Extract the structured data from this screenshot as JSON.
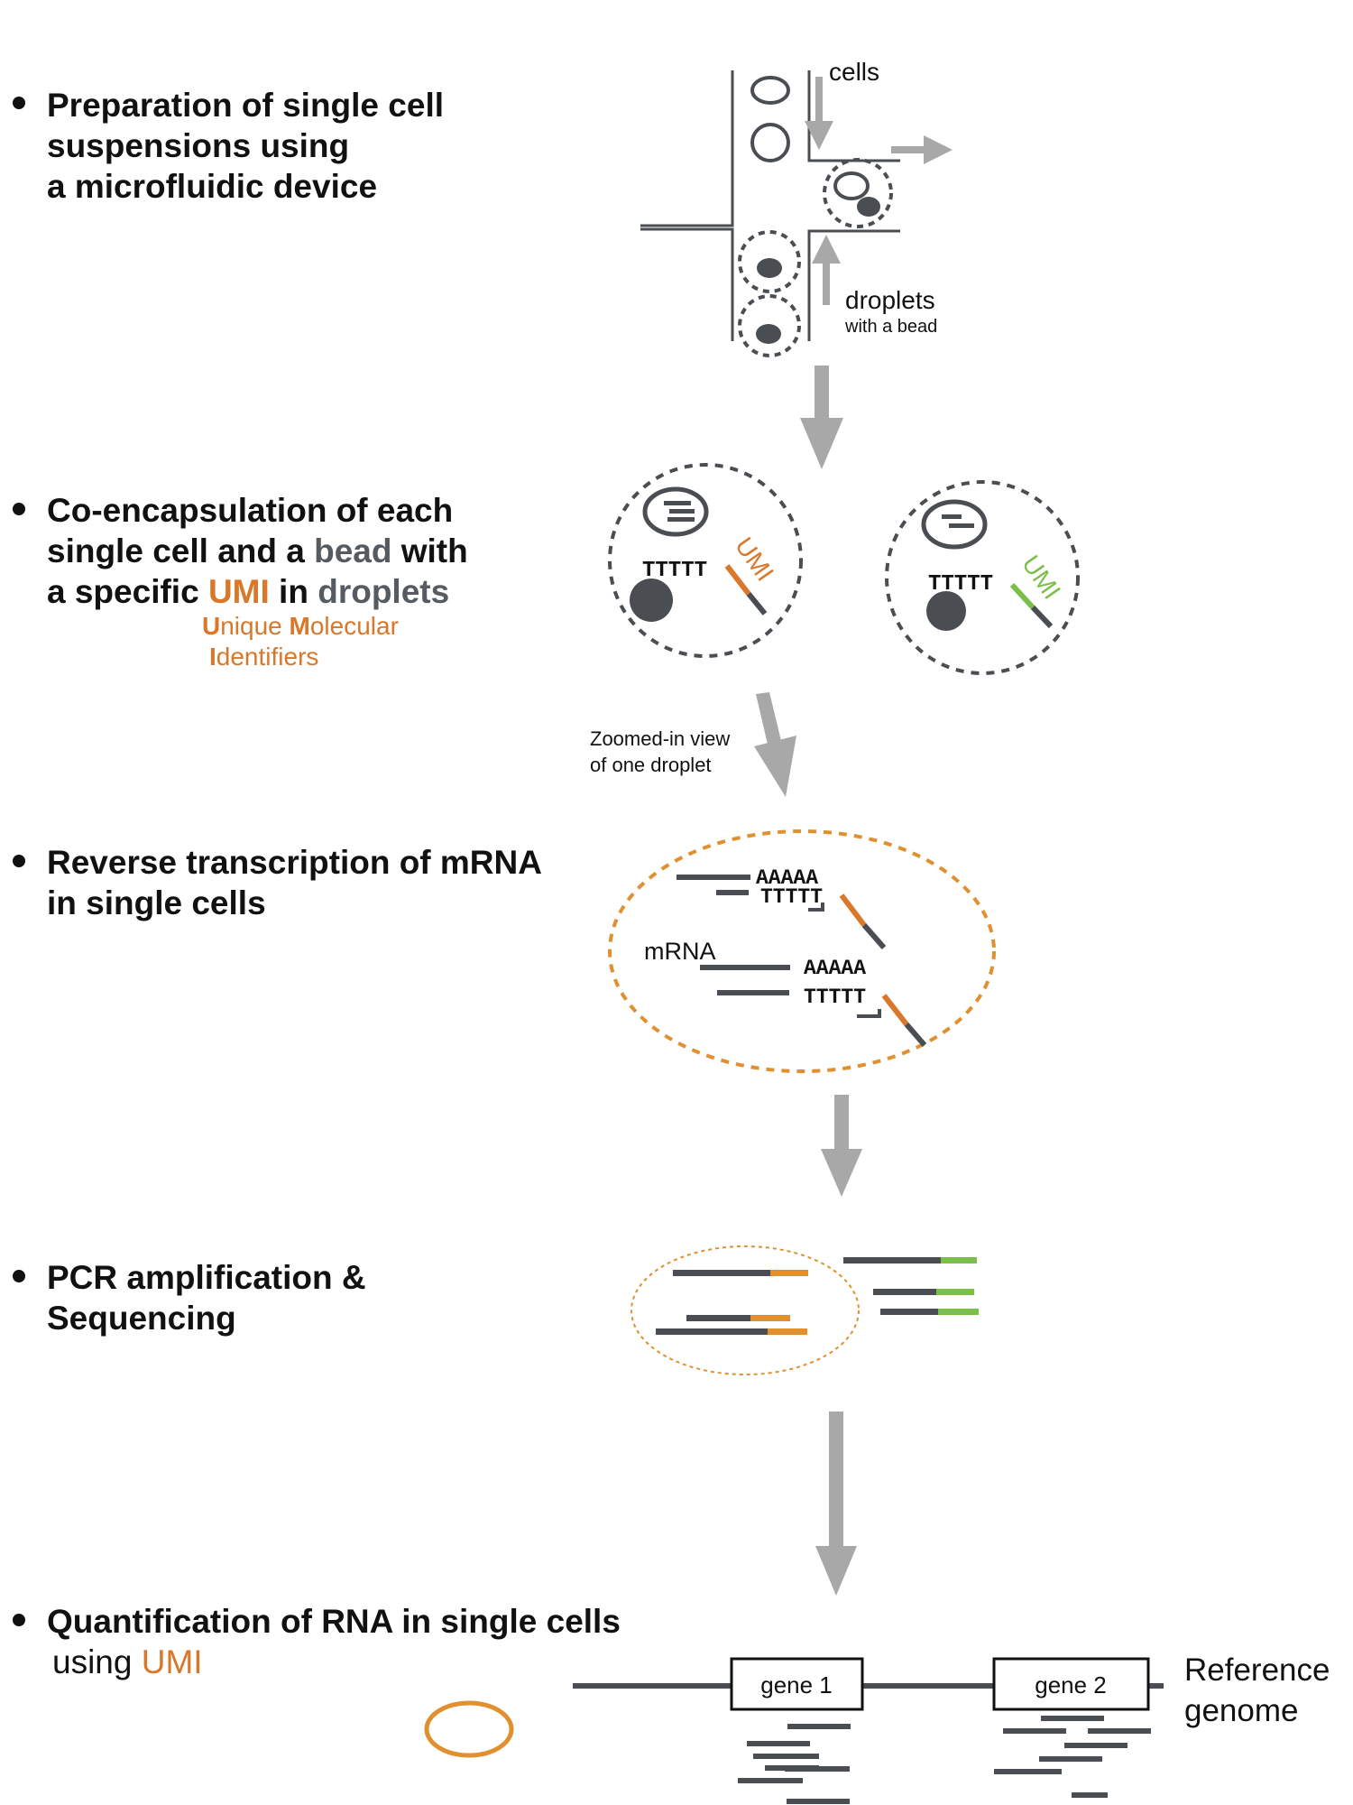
{
  "steps": [
    {
      "lines": [
        "Preparation of single cell",
        "suspensions using",
        "a microfluidic device"
      ]
    },
    {
      "lines": [
        "Co-encapsulation of each",
        "single cell and a "
      ],
      "bead": "bead",
      "with": " with",
      "line3_prefix": "a specific ",
      "umi": "UMI",
      "in": " in ",
      "droplets": "droplets",
      "umi_def": {
        "u": "U",
        "nique": "nique ",
        "m": "M",
        "olecular": "olecular",
        "i": "I",
        "dentifiers": "dentifiers"
      }
    },
    {
      "lines": [
        "Reverse transcription of mRNA",
        "in single cells"
      ]
    },
    {
      "lines": [
        "PCR amplification &",
        "Sequencing"
      ]
    },
    {
      "lines": [
        "Quantification of RNA in single cells"
      ],
      "line2_prefix": "using ",
      "umi": "UMI"
    }
  ],
  "labels": {
    "cells": "cells",
    "droplets": "droplets",
    "with_bead": "with a bead",
    "umi_tag": "UMI",
    "polyT": "TTTTT",
    "polyA": "AAAAA",
    "zoom_line1": "Zoomed-in view",
    "zoom_line2": "of one droplet",
    "mrna": "mRNA",
    "gene1": "gene 1",
    "gene2": "gene 2",
    "ref_line1": "Reference",
    "ref_line2": "genome"
  },
  "colors": {
    "dark": "#4a4d52",
    "arrow": "#a8a8a8",
    "orange": "#d9772a",
    "green": "#7bbf4a"
  }
}
